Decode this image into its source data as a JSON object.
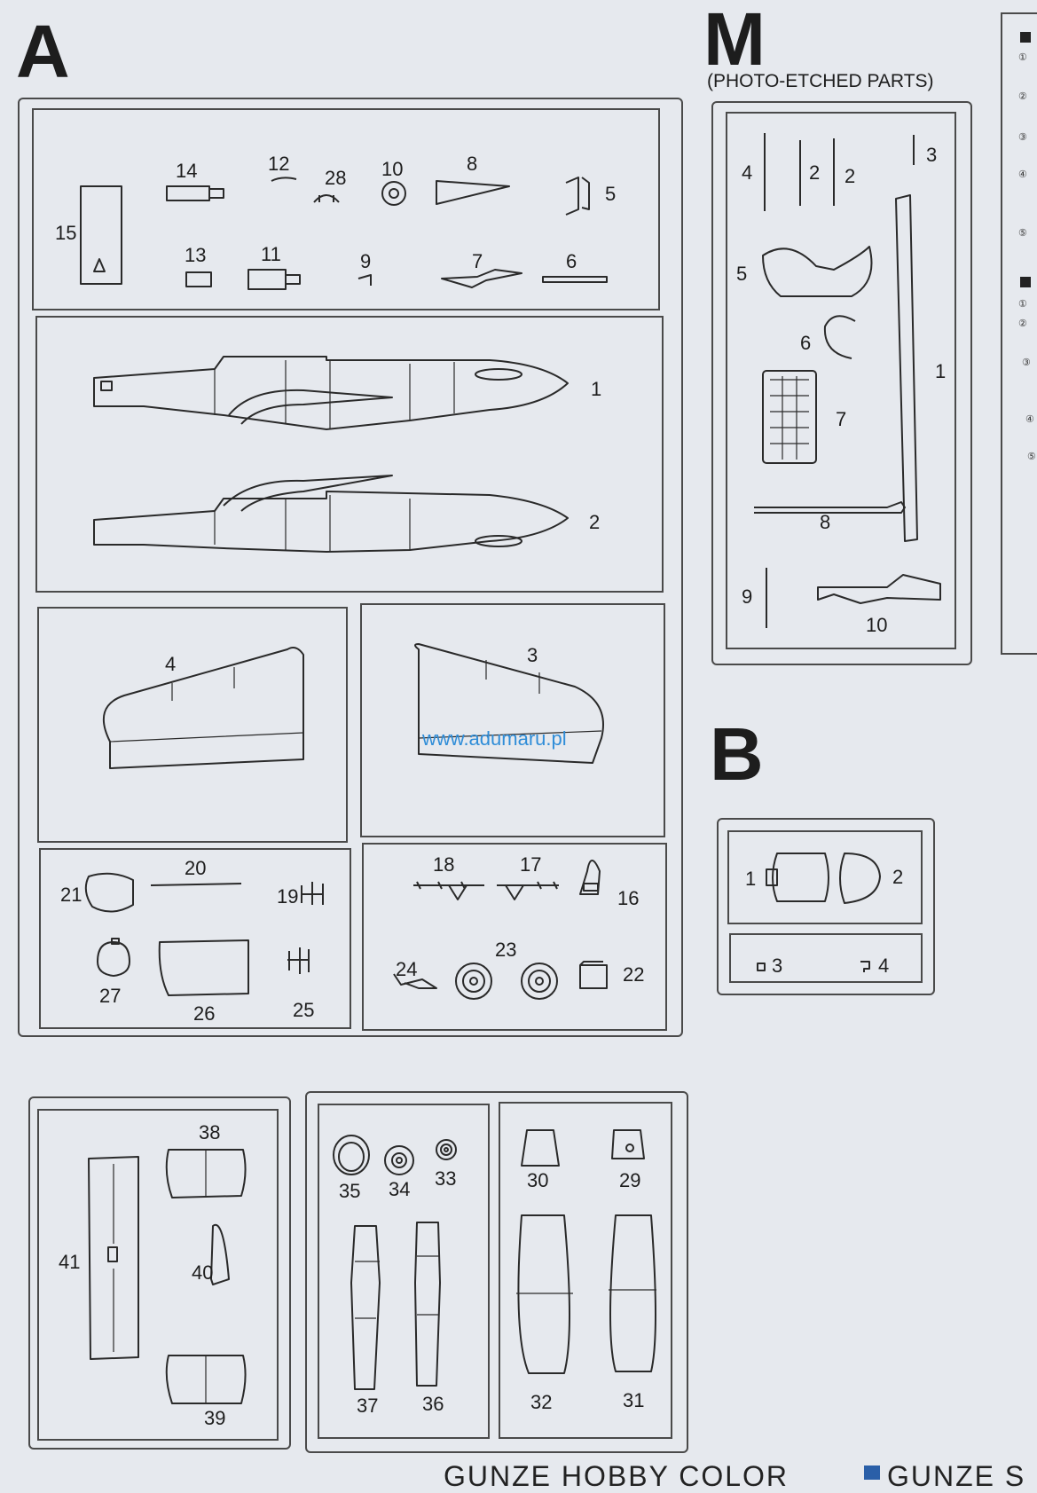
{
  "sections": {
    "A": "A",
    "M": "M",
    "M_subtitle": "(PHOTO-ETCHED PARTS)",
    "B": "B"
  },
  "watermark": "www.adumaru.pl",
  "bottom_text": {
    "left": "GUNZE HOBBY COLOR",
    "right": "GUNZE S"
  },
  "sprue_A": {
    "top_panel": [
      "15",
      "14",
      "13",
      "12",
      "28",
      "10",
      "11",
      "9",
      "8",
      "7",
      "6",
      "5"
    ],
    "fuselage": [
      "1",
      "2"
    ],
    "wings": [
      "4",
      "3"
    ],
    "lower_left": [
      "21",
      "20",
      "19",
      "27",
      "26",
      "25"
    ],
    "lower_right": [
      "18",
      "17",
      "16",
      "24",
      "23",
      "22"
    ],
    "bottom_left": [
      "41",
      "38",
      "40",
      "39"
    ],
    "bottom_mid": [
      "35",
      "34",
      "33",
      "37",
      "36"
    ],
    "bottom_right": [
      "30",
      "29",
      "32",
      "31"
    ]
  },
  "sprue_M": [
    "4",
    "2",
    "2",
    "3",
    "5",
    "6",
    "7",
    "1",
    "8",
    "9",
    "10"
  ],
  "sprue_B": [
    "1",
    "2",
    "3",
    "4"
  ],
  "right_column_markers": [
    "①",
    "②",
    "③",
    "④",
    "⑤",
    "①",
    "②",
    "③",
    "④",
    "⑤"
  ]
}
